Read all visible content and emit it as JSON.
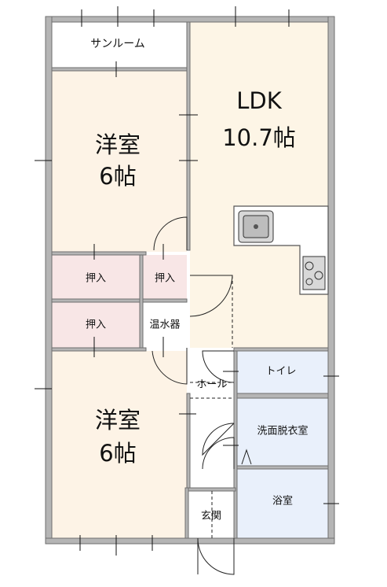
{
  "rooms": {
    "sunroom": "サンルーム",
    "ldk_name": "LDK",
    "ldk_size": "10.7帖",
    "western_top_name": "洋室",
    "western_top_size": "6帖",
    "closet_left_1": "押入",
    "closet_right": "押入",
    "closet_left_2": "押入",
    "water_heater": "温水器",
    "western_bottom_name": "洋室",
    "western_bottom_size": "6帖",
    "hall": "ホール",
    "toilet": "トイレ",
    "washroom": "洗面脱衣室",
    "bath": "浴室",
    "entrance": "玄関"
  },
  "colors": {
    "western_room": "#fdf3e6",
    "ldk": "#fdf5e6",
    "closet": "#f8e6e6",
    "wet_area": "#e9f0fb",
    "sunroom": "#ffffff",
    "wall": "#b5b5b5"
  }
}
